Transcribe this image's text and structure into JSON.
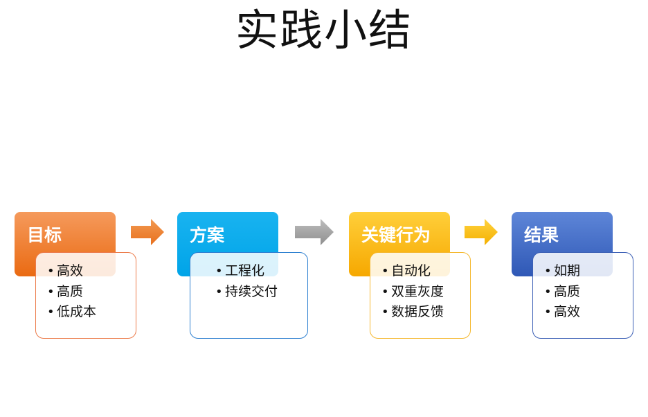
{
  "title": "实践小结",
  "steps": [
    {
      "heading": "目标",
      "items": [
        "高效",
        "高质",
        "低成本"
      ],
      "colors": {
        "top": "#f59a5c",
        "bottom": "#ea6a12",
        "border": "#ec7b4a"
      }
    },
    {
      "heading": "方案",
      "items": [
        "工程化",
        "持续交付"
      ],
      "colors": {
        "top": "#19b3f0",
        "bottom": "#00a4e8",
        "border": "#2c7fd0"
      }
    },
    {
      "heading": "关键行为",
      "items": [
        "自动化",
        "双重灰度",
        "数据反馈"
      ],
      "colors": {
        "top": "#ffcf3a",
        "bottom": "#f6a800",
        "border": "#f5b82e"
      }
    },
    {
      "heading": "结果",
      "items": [
        "如期",
        "高质",
        "高效"
      ],
      "colors": {
        "top": "#5e86d8",
        "bottom": "#2f58b6",
        "border": "#3b5fb5"
      }
    }
  ],
  "arrows": [
    {
      "colors": [
        "#f29a52",
        "#e8701d"
      ]
    },
    {
      "colors": [
        "#bdbdbd",
        "#8f8f8f"
      ]
    },
    {
      "colors": [
        "#ffd23f",
        "#f4b000"
      ]
    }
  ]
}
